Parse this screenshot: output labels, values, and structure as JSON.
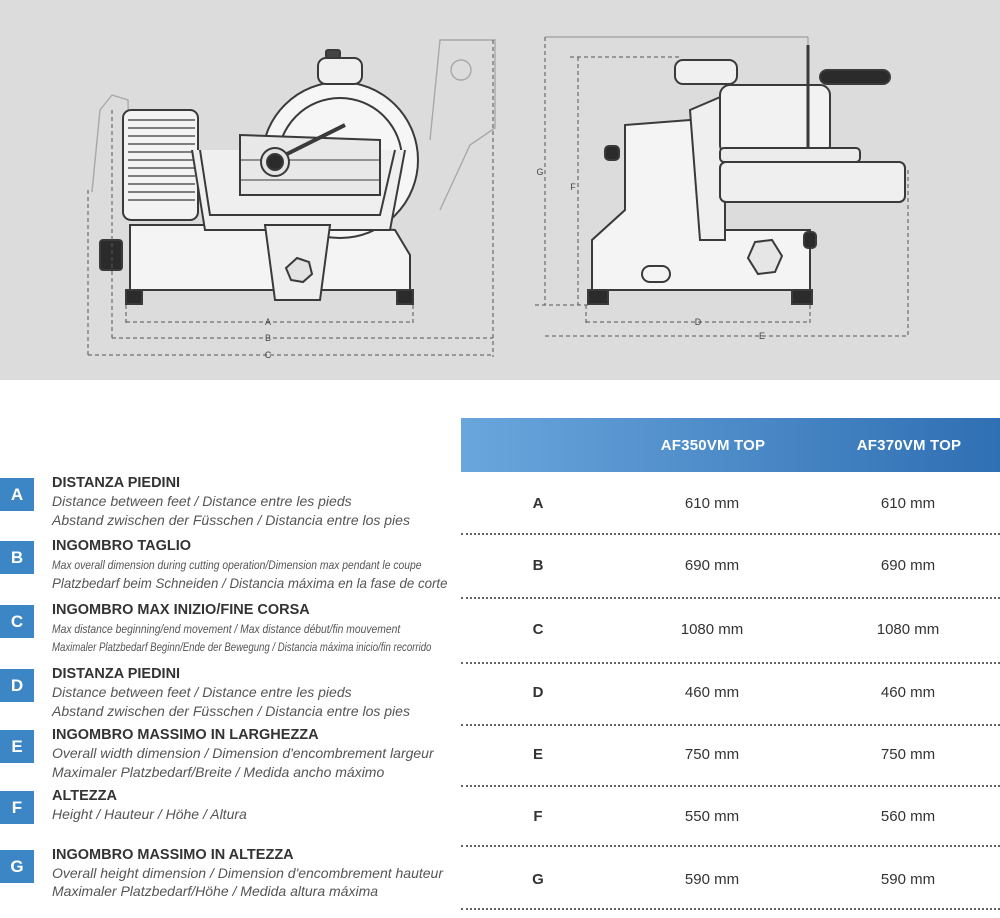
{
  "drawing": {
    "dim_labels": [
      "A",
      "B",
      "C",
      "D",
      "E",
      "F",
      "G"
    ]
  },
  "table": {
    "models": [
      "AF350VM TOP",
      "AF370VM TOP"
    ],
    "rows": [
      {
        "letter": "A",
        "title": "DISTANZA PIEDINI",
        "sub1": "Distance between feet / Distance entre les pieds",
        "sub2": "Abstand zwischen der Füsschen / Distancia entre los pies",
        "v1": "610 mm",
        "v2": "610 mm"
      },
      {
        "letter": "B",
        "title": "INGOMBRO TAGLIO",
        "sub1": "Max overall dimension during cutting operation/Dimension max pendant le coupe",
        "sub2": "Platzbedarf beim Schneiden / Distancia máxima en la fase de corte",
        "v1": "690 mm",
        "v2": "690 mm"
      },
      {
        "letter": "C",
        "title": "INGOMBRO MAX INIZIO/FINE CORSA",
        "sub1": "Max distance beginning/end movement / Max distance début/fin mouvement",
        "sub2": "Maximaler Platzbedarf Beginn/Ende der Bewegung / Distancia máxima inicio/fin recorrido",
        "v1": "1080 mm",
        "v2": "1080 mm"
      },
      {
        "letter": "D",
        "title": "DISTANZA PIEDINI",
        "sub1": "Distance between feet / Distance entre les pieds",
        "sub2": "Abstand zwischen der Füsschen / Distancia entre los pies",
        "v1": "460 mm",
        "v2": "460 mm"
      },
      {
        "letter": "E",
        "title": "INGOMBRO MASSIMO IN LARGHEZZA",
        "sub1": "Overall width dimension / Dimension d'encombrement largeur",
        "sub2": "Maximaler Platzbedarf/Breite / Medida ancho máximo",
        "v1": "750 mm",
        "v2": "750 mm"
      },
      {
        "letter": "F",
        "title": "ALTEZZA",
        "sub1": "Height / Hauteur / Höhe / Altura",
        "sub2": "",
        "v1": "550 mm",
        "v2": "560 mm"
      },
      {
        "letter": "G",
        "title": "INGOMBRO MASSIMO IN ALTEZZA",
        "sub1": "Overall height dimension / Dimension d'encombrement hauteur",
        "sub2": "Maximaler Platzbedarf/Höhe / Medida altura máxima",
        "v1": "590 mm",
        "v2": "590 mm"
      }
    ]
  }
}
